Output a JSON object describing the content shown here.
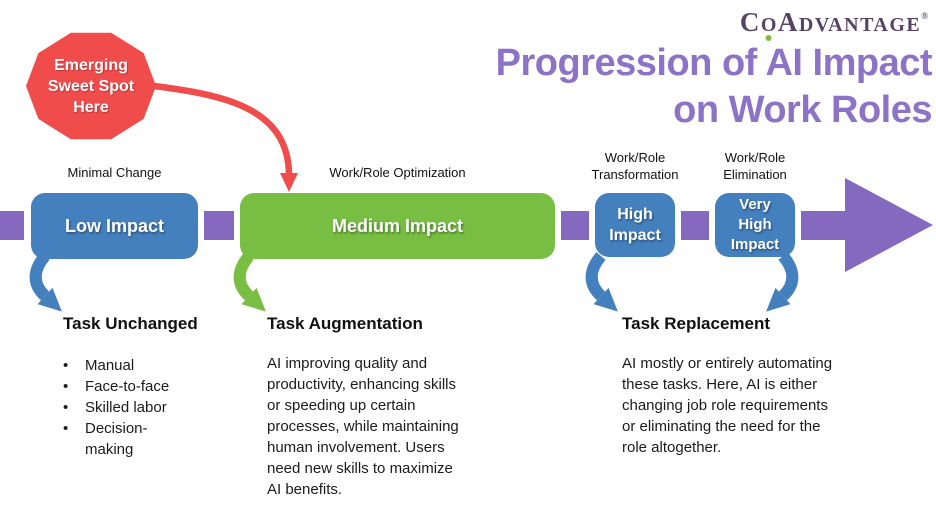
{
  "logo": {
    "c": "C",
    "o": "O",
    "a": "A",
    "rest": "DVANTAGE",
    "registered": "®"
  },
  "title": "Progression of AI Impact\non Work Roles",
  "callout": {
    "text": "Emerging\nSweet Spot\nHere"
  },
  "stages": [
    {
      "label": "Minimal Change",
      "box": "Low Impact"
    },
    {
      "label": "Work/Role Optimization",
      "box": "Medium Impact"
    },
    {
      "label": "Work/Role\nTransformation",
      "box": "High\nImpact"
    },
    {
      "label": "Work/Role\nElimination",
      "box": "Very\nHigh\nImpact"
    }
  ],
  "sections": [
    {
      "heading": "Task Unchanged",
      "bullet_char": "•",
      "bullets": [
        "Manual",
        "Face-to-face",
        "Skilled labor",
        "Decision-\nmaking"
      ]
    },
    {
      "heading": "Task Augmentation",
      "body": "AI improving quality and\nproductivity, enhancing skills\nor speeding up certain\nprocesses, while maintaining\nhuman involvement. Users\nneed new skills to maximize\nAI benefits."
    },
    {
      "heading": "Task Replacement",
      "body": "AI mostly or entirely automating\nthese tasks. Here, AI is either\nchanging job role requirements\nor eliminating the need for the\nrole altogether."
    }
  ],
  "colors": {
    "blue": "#4480BD",
    "green": "#78BE43",
    "flow_purple": "#8569BE",
    "title_purple": "#8C73C8",
    "callout_red": "#F04C4C",
    "logo_purple": "#564365",
    "logo_green": "#7DBE3F",
    "text_black": "#1b1b1b",
    "background": "#ffffff"
  }
}
